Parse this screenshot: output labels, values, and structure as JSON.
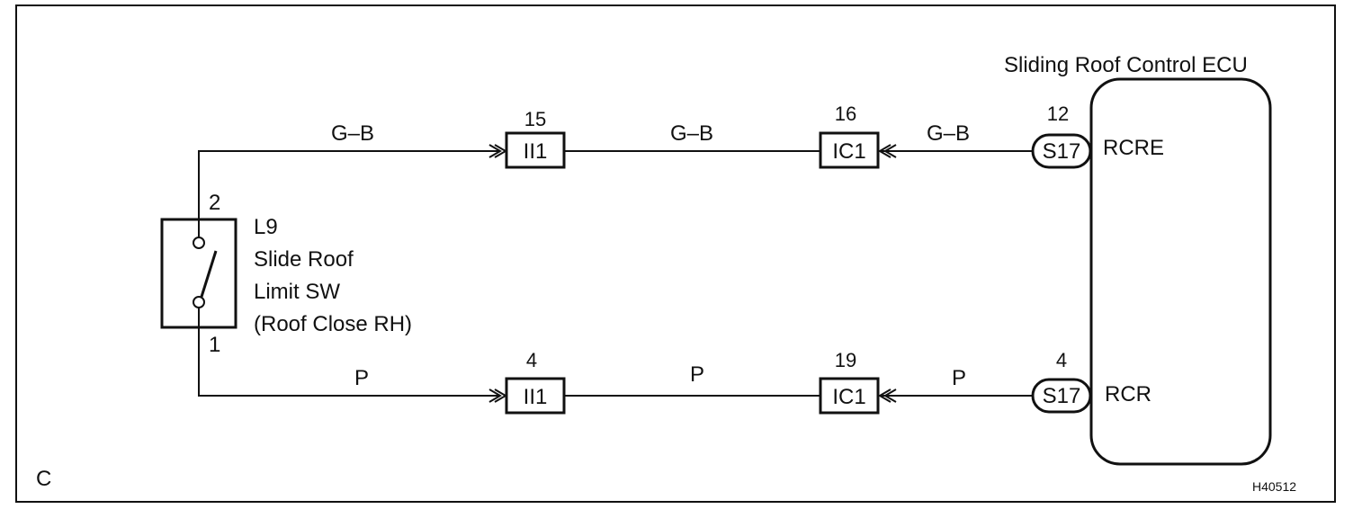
{
  "diagram": {
    "corner_label": "C",
    "figure_id": "H40512",
    "ecu": {
      "title": "Sliding Roof Control ECU",
      "terminal_top": "RCRE",
      "terminal_bottom": "RCR"
    },
    "switch": {
      "id": "L9",
      "name_line1": "Slide Roof",
      "name_line2": "Limit SW",
      "name_line3": "(Roof Close RH)",
      "pin_top": "2",
      "pin_bottom": "1"
    },
    "top_circuit": {
      "wire_color_1": "G–B",
      "wire_color_2": "G–B",
      "wire_color_3": "G–B",
      "connector_ii1": {
        "label": "II1",
        "pin": "15"
      },
      "connector_ic1": {
        "label": "IC1",
        "pin": "16"
      },
      "connector_s17": {
        "label": "S17",
        "pin": "12"
      }
    },
    "bottom_circuit": {
      "wire_color_1": "P",
      "wire_color_2": "P",
      "wire_color_3": "P",
      "connector_ii1": {
        "label": "II1",
        "pin": "4"
      },
      "connector_ic1": {
        "label": "IC1",
        "pin": "19"
      },
      "connector_s17": {
        "label": "S17",
        "pin": "4"
      }
    }
  }
}
